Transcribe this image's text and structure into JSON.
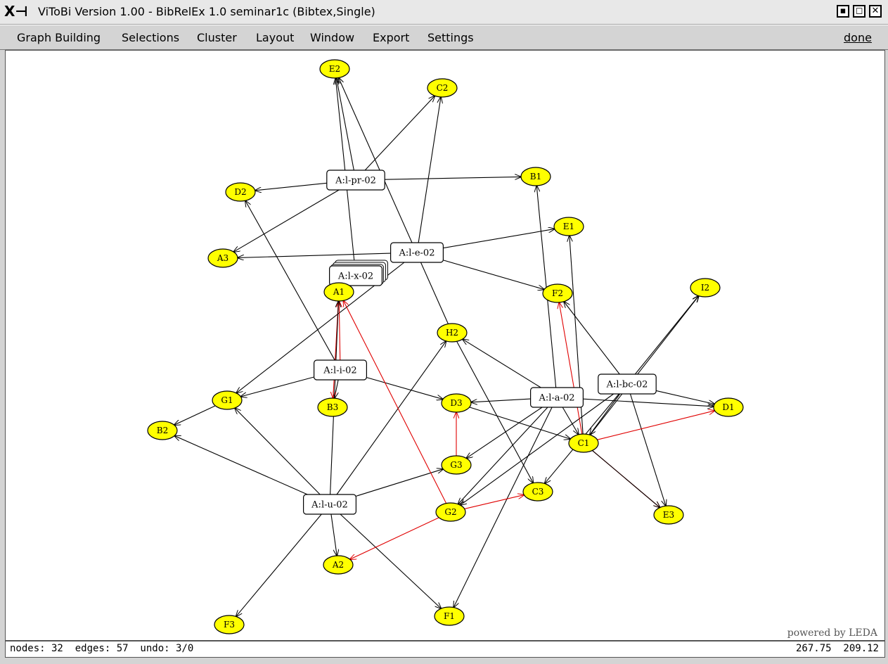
{
  "window": {
    "logo": "X⊣",
    "title": "ViToBi  Version 1.00 - BibRelEx 1.0 seminar1c  (Bibtex,Single)",
    "btn_min": "▪",
    "btn_max": "◻",
    "btn_close": "✕"
  },
  "menu": {
    "items": [
      {
        "label": "Graph Building"
      },
      {
        "label": "Selections"
      },
      {
        "label": "Cluster"
      },
      {
        "label": "Layout"
      },
      {
        "label": "Window"
      },
      {
        "label": "Export"
      },
      {
        "label": "Settings"
      }
    ],
    "done": "done"
  },
  "canvas": {
    "powered": "powered by LEDA",
    "colors": {
      "node_fill": "#ffff00",
      "edge": "#000000",
      "edge_highlight": "#e00000",
      "box_fill": "#ffffff"
    }
  },
  "status": {
    "left": "nodes: 32  edges: 57  undo: 3/0",
    "right": "267.75  209.12"
  },
  "graph": {
    "nodes": [
      {
        "id": "E2",
        "label": "E2"
      },
      {
        "id": "C2",
        "label": "C2"
      },
      {
        "id": "B1",
        "label": "B1"
      },
      {
        "id": "D2",
        "label": "D2"
      },
      {
        "id": "E1",
        "label": "E1"
      },
      {
        "id": "A3",
        "label": "A3"
      },
      {
        "id": "F2",
        "label": "F2"
      },
      {
        "id": "I2",
        "label": "I2"
      },
      {
        "id": "A1",
        "label": "A1"
      },
      {
        "id": "H2",
        "label": "H2"
      },
      {
        "id": "G1",
        "label": "G1"
      },
      {
        "id": "B3",
        "label": "B3"
      },
      {
        "id": "D3",
        "label": "D3"
      },
      {
        "id": "D1",
        "label": "D1"
      },
      {
        "id": "B2",
        "label": "B2"
      },
      {
        "id": "C1",
        "label": "C1"
      },
      {
        "id": "G3",
        "label": "G3"
      },
      {
        "id": "C3",
        "label": "C3"
      },
      {
        "id": "G2",
        "label": "G2"
      },
      {
        "id": "E3",
        "label": "E3"
      },
      {
        "id": "A2",
        "label": "A2"
      },
      {
        "id": "F3",
        "label": "F3"
      },
      {
        "id": "F1",
        "label": "F1"
      }
    ],
    "clusters": [
      {
        "id": "pr",
        "label": "A:l-pr-02"
      },
      {
        "id": "e",
        "label": "A:l-e-02"
      },
      {
        "id": "x",
        "label": "A:l-x-02"
      },
      {
        "id": "i",
        "label": "A:l-i-02"
      },
      {
        "id": "a",
        "label": "A:l-a-02"
      },
      {
        "id": "bc",
        "label": "A:l-bc-02"
      },
      {
        "id": "u",
        "label": "A:l-u-02"
      }
    ],
    "edges": [
      {
        "from": "pr",
        "to": "D2",
        "hl": false
      },
      {
        "from": "pr",
        "to": "C2",
        "hl": false
      },
      {
        "from": "pr",
        "to": "B1",
        "hl": false
      },
      {
        "from": "pr",
        "to": "A3",
        "hl": false
      },
      {
        "from": "pr",
        "to": "E2",
        "hl": false
      },
      {
        "from": "e",
        "to": "A3",
        "hl": false
      },
      {
        "from": "e",
        "to": "E1",
        "hl": false
      },
      {
        "from": "e",
        "to": "F2",
        "hl": false
      },
      {
        "from": "e",
        "to": "C2",
        "hl": false
      },
      {
        "from": "e",
        "to": "G1",
        "hl": false
      },
      {
        "from": "x",
        "to": "E2",
        "hl": false
      },
      {
        "from": "x",
        "to": "A1",
        "hl": false
      },
      {
        "from": "i",
        "to": "D2",
        "hl": false
      },
      {
        "from": "i",
        "to": "G1",
        "hl": false
      },
      {
        "from": "i",
        "to": "A1",
        "hl": true
      },
      {
        "from": "i",
        "to": "B3",
        "hl": false
      },
      {
        "from": "i",
        "to": "D3",
        "hl": false
      },
      {
        "from": "A1",
        "to": "B3",
        "hl": true
      },
      {
        "from": "G1",
        "to": "B2",
        "hl": false
      },
      {
        "from": "u",
        "to": "G1",
        "hl": false
      },
      {
        "from": "u",
        "to": "B2",
        "hl": false
      },
      {
        "from": "u",
        "to": "A2",
        "hl": false
      },
      {
        "from": "u",
        "to": "F3",
        "hl": false
      },
      {
        "from": "u",
        "to": "F1",
        "hl": false
      },
      {
        "from": "u",
        "to": "H2",
        "hl": false
      },
      {
        "from": "u",
        "to": "G3",
        "hl": false
      },
      {
        "from": "u",
        "to": "A1",
        "hl": false
      },
      {
        "from": "a",
        "to": "D3",
        "hl": false
      },
      {
        "from": "a",
        "to": "H2",
        "hl": false
      },
      {
        "from": "a",
        "to": "B1",
        "hl": false
      },
      {
        "from": "a",
        "to": "G3",
        "hl": false
      },
      {
        "from": "a",
        "to": "G2",
        "hl": false
      },
      {
        "from": "a",
        "to": "F1",
        "hl": false
      },
      {
        "from": "a",
        "to": "D1",
        "hl": false
      },
      {
        "from": "a",
        "to": "C1",
        "hl": false
      },
      {
        "from": "bc",
        "to": "I2",
        "hl": false
      },
      {
        "from": "bc",
        "to": "F2",
        "hl": false
      },
      {
        "from": "bc",
        "to": "D1",
        "hl": false
      },
      {
        "from": "bc",
        "to": "E3",
        "hl": false
      },
      {
        "from": "bc",
        "to": "C3",
        "hl": false
      },
      {
        "from": "bc",
        "to": "C1",
        "hl": false
      },
      {
        "from": "bc",
        "to": "G2",
        "hl": false
      },
      {
        "from": "C1",
        "to": "E1",
        "hl": false
      },
      {
        "from": "C1",
        "to": "I2",
        "hl": false
      },
      {
        "from": "C1",
        "to": "D1",
        "hl": true
      },
      {
        "from": "C1",
        "to": "E3",
        "hl": true
      },
      {
        "from": "C1",
        "to": "F2",
        "hl": true
      },
      {
        "from": "H2",
        "to": "C3",
        "hl": false
      },
      {
        "from": "H2",
        "to": "E2",
        "hl": false
      },
      {
        "from": "D3",
        "to": "C1",
        "hl": false
      },
      {
        "from": "G2",
        "to": "A1",
        "hl": true
      },
      {
        "from": "G2",
        "to": "C3",
        "hl": true
      },
      {
        "from": "G2",
        "to": "A2",
        "hl": true
      },
      {
        "from": "G3",
        "to": "D3",
        "hl": true
      },
      {
        "from": "C1",
        "to": "E3",
        "hl": false
      }
    ]
  }
}
